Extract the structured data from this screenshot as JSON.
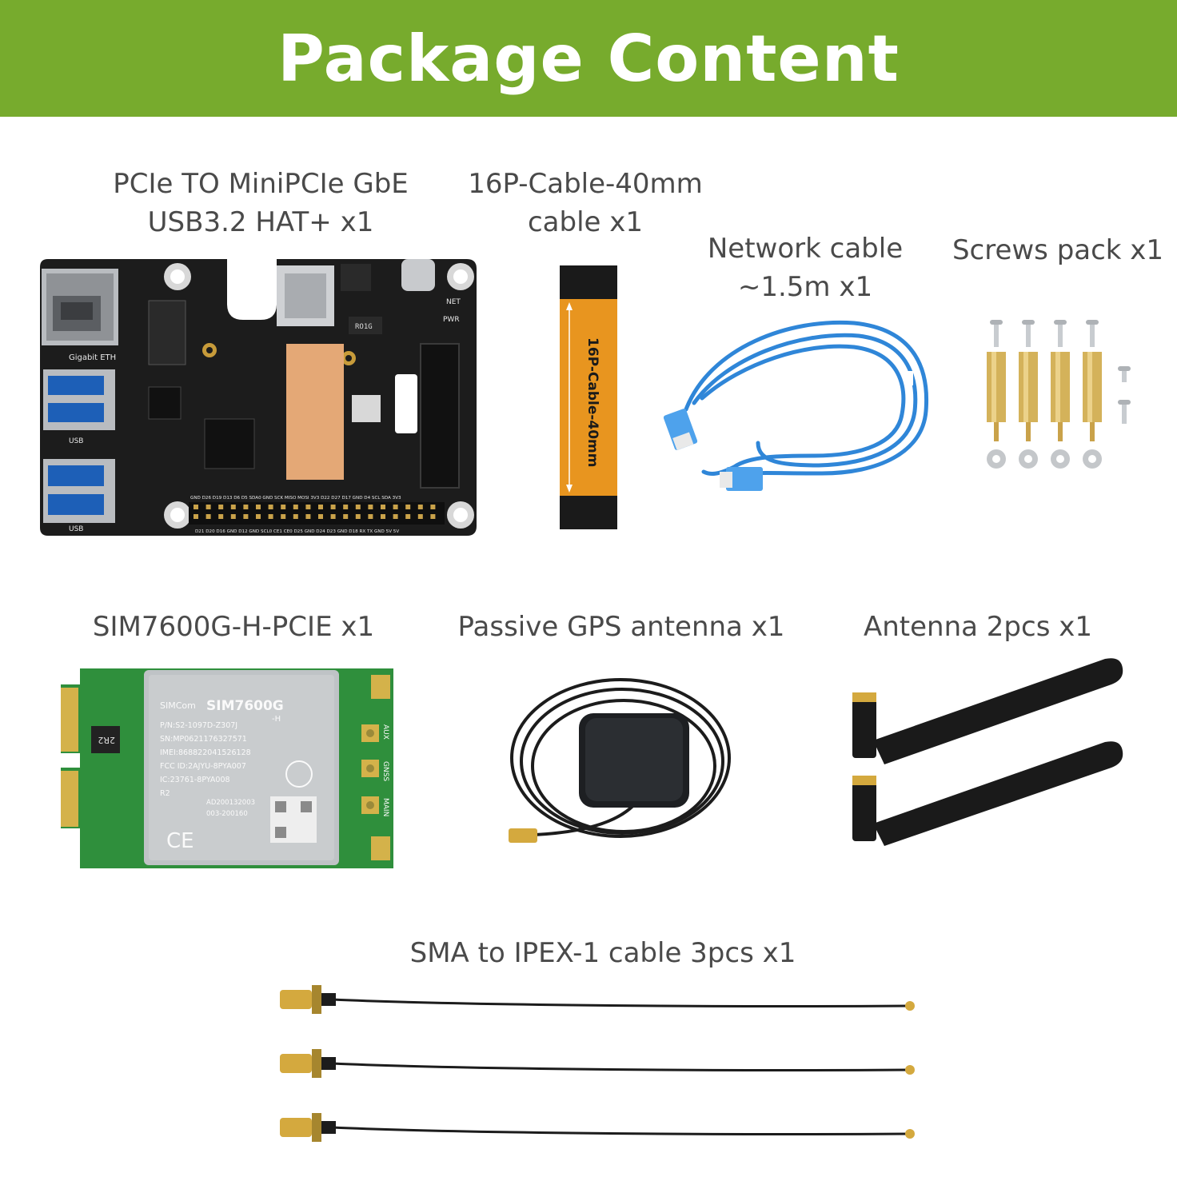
{
  "header": {
    "title": "Package Content",
    "color": "#77ab2d"
  },
  "items": [
    {
      "id": "hat",
      "label_lines": [
        "PCIe TO MiniPCIe GbE",
        "USB3.2 HAT+ x1"
      ]
    },
    {
      "id": "fpc",
      "label_lines": [
        "16P-Cable-40mm",
        "cable x1"
      ],
      "printed_text": "16P-Cable-40mm"
    },
    {
      "id": "netcable",
      "label_lines": [
        "Network cable",
        "~1.5m x1"
      ]
    },
    {
      "id": "screws",
      "label_lines": [
        "Screws pack x1"
      ]
    },
    {
      "id": "sim",
      "label_lines": [
        "SIM7600G-H-PCIE x1"
      ]
    },
    {
      "id": "gps",
      "label_lines": [
        "Passive GPS antenna x1"
      ]
    },
    {
      "id": "antenna",
      "label_lines": [
        "Antenna 2pcs x1"
      ]
    },
    {
      "id": "sma",
      "label_lines": [
        "SMA to IPEX-1 cable 3pcs x1"
      ]
    }
  ],
  "board_text": {
    "hat_eth": "Gigabit ETH",
    "hat_usb1": "USB",
    "hat_usb2": "USB",
    "hat_net": "NET",
    "hat_pwr": "PWR",
    "hat_chip": "RO1G",
    "hat_pins_top": "GND D26 D19 D13 D6 D5 SDA0 GND SCK MISO MOSI 3V3 D22 D27 D17 GND D4 SCL SDA 3V3",
    "hat_pins_bottom": "D21 D20 D16 GND D12 GND SCL0 CE1 CE0 D25 GND D24 D23 GND D18 RX TX GND 5V 5V",
    "sim_brand": "SIMCom",
    "sim_model": "SIM7600G",
    "sim_suffix": "-H",
    "sim_lines": [
      "P/N:S2-1097D-Z307J",
      "SN:MP0621176327571",
      "IMEI:868822041526128",
      "FCC ID:2AJYU-8PYA007",
      "IC:23761-8PYA008",
      "R2"
    ],
    "sim_cert1": "AD200132003",
    "sim_cert2": "003-200160",
    "sim_ports": [
      "AUX",
      "GNSS",
      "MAIN"
    ],
    "sim_inductor": "2R2"
  }
}
